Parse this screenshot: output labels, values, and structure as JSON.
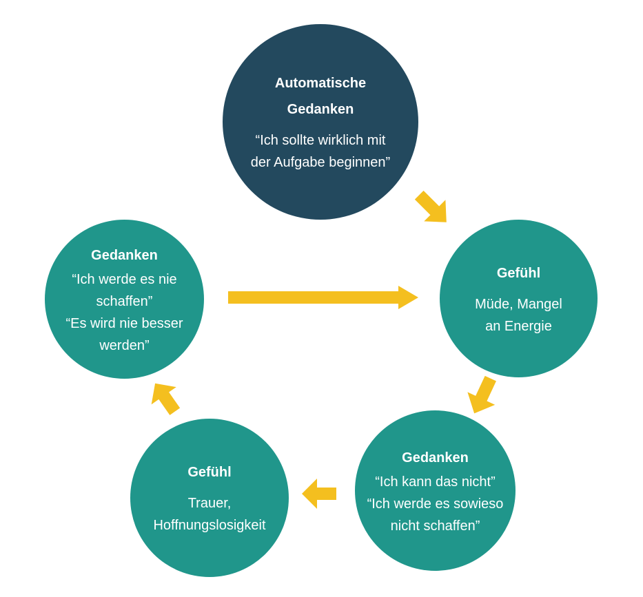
{
  "colors": {
    "dark": "#23495e",
    "teal": "#20968b",
    "arrow": "#f4bf1f"
  },
  "nodes": {
    "top": {
      "title": [
        "Automatische",
        "Gedanken"
      ],
      "lines": [
        "“Ich sollte wirklich mit",
        "der Aufgabe beginnen”"
      ]
    },
    "right": {
      "title": [
        "Gefühl"
      ],
      "lines": [
        "Müde, Mangel",
        "an Energie"
      ]
    },
    "bottom_right": {
      "title": [
        "Gedanken"
      ],
      "lines": [
        "“Ich kann das nicht”",
        "“Ich werde es sowieso",
        "nicht schaffen”"
      ]
    },
    "bottom_left": {
      "title": [
        "Gefühl"
      ],
      "lines": [
        "Trauer,",
        "Hoffnungslosigkeit"
      ]
    },
    "left": {
      "title": [
        "Gedanken"
      ],
      "lines": [
        "“Ich werde es nie",
        "schaffen”",
        "“Es wird nie besser",
        "werden”"
      ]
    }
  }
}
